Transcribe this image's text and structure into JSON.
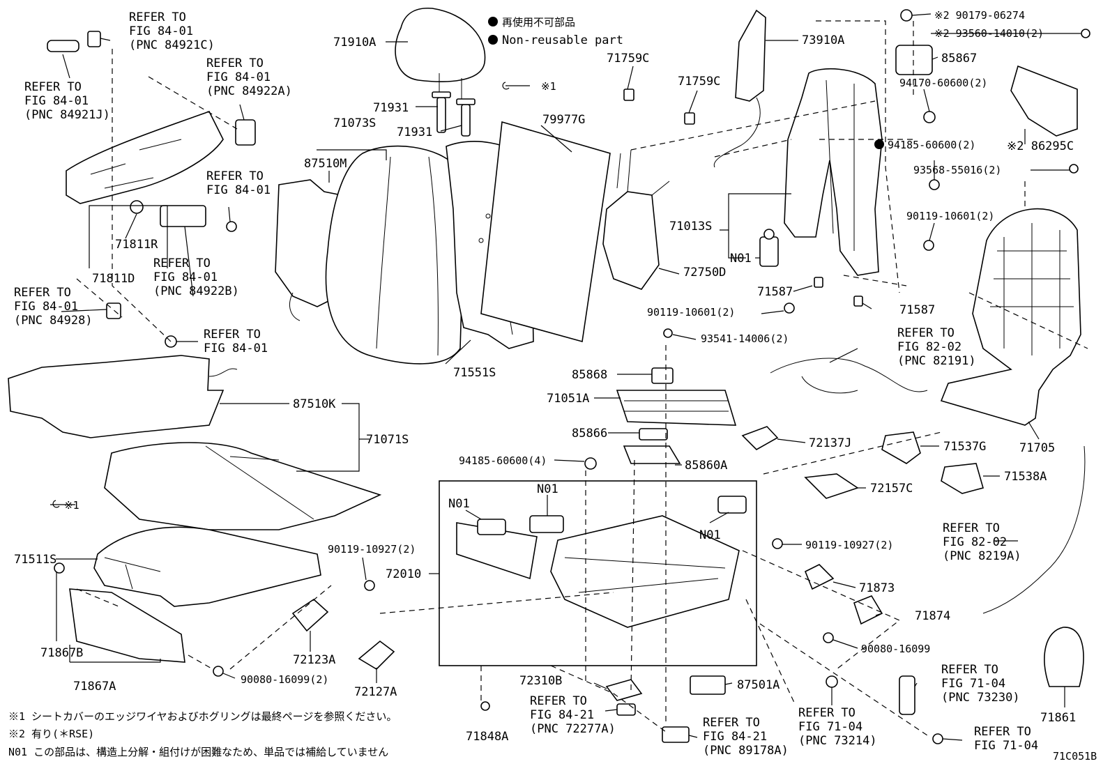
{
  "legend": {
    "non_reusable_jp": "再使用不可部品",
    "non_reusable_en": "Non-reusable part",
    "bullet_color": "#000000"
  },
  "labels": {
    "l_71910A": "71910A",
    "l_71931a": "71931",
    "l_71931b": "71931",
    "l_71073S": "71073S",
    "l_87510M": "87510M",
    "l_79977G": "79977G",
    "l_71759Ca": "71759C",
    "l_71759Cb": "71759C",
    "l_73910A": "73910A",
    "l_71013S": "71013S",
    "l_N01a": "N01",
    "l_72750D": "72750D",
    "l_71587a": "71587",
    "l_71587b": "71587",
    "l_901191060a": "90119-10601(2)",
    "l_901191060b": "90119-10601(2)",
    "l_935411400": "93541-14006(2)",
    "l_85868": "85868",
    "l_71051A": "71051A",
    "l_85866": "85866",
    "l_85860A": "85860A",
    "l_72137J": "72137J",
    "l_71537G": "71537G",
    "l_71538A": "71538A",
    "l_72157C": "72157C",
    "l_94185_4": "94185-60600(4)",
    "l_N01b": "N01",
    "l_N01c": "N01",
    "l_N01d": "N01",
    "l_72010": "72010",
    "l_901191092a": "90119-10927(2)",
    "l_901191092b": "90119-10927(2)",
    "l_71873": "71873",
    "l_71874": "71874",
    "l_90080a": "90080-16099",
    "l_90080b": "90080-16099(2)",
    "l_72123A": "72123A",
    "l_72127A": "72127A",
    "l_72310B": "72310B",
    "l_87501A": "87501A",
    "l_71848A": "71848A",
    "l_71861": "71861",
    "l_71705": "71705",
    "l_71551S": "71551S",
    "l_87510K": "87510K",
    "l_71071S": "71071S",
    "l_71511S": "71511S",
    "l_71867B": "71867B",
    "l_71867A": "71867A",
    "l_71811R": "71811R",
    "l_71811D": "71811D",
    "l_90179": "※2 90179-06274",
    "l_93560": "※2 93560-14010(2)",
    "l_85867": "85867",
    "l_94170": "94170-60600(2)",
    "l_94185_2": "94185-60600(2)",
    "l_86295C": "※2 86295C",
    "l_93568": "93568-55016(2)",
    "l_x1a": "※1",
    "l_x1b": "※1"
  },
  "refs": {
    "r1": [
      "REFER TO",
      "FIG 84-01",
      "(PNC 84921C)"
    ],
    "r2": [
      "REFER TO",
      "FIG 84-01",
      "(PNC 84921J)"
    ],
    "r3": [
      "REFER TO",
      "FIG 84-01",
      "(PNC 84922A)"
    ],
    "r4": [
      "REFER TO",
      "FIG 84-01"
    ],
    "r5": [
      "REFER TO",
      "FIG 84-01",
      "(PNC 84922B)"
    ],
    "r6": [
      "REFER TO",
      "FIG 84-01",
      "(PNC 84928)"
    ],
    "r7": [
      "REFER TO",
      "FIG 84-01"
    ],
    "r8": [
      "REFER TO",
      "FIG 82-02",
      "(PNC 82191)"
    ],
    "r9": [
      "REFER TO",
      "FIG 82-02",
      "(PNC 8219A)"
    ],
    "r10": [
      "REFER TO",
      "FIG 71-04",
      "(PNC 73230)"
    ],
    "r11": [
      "REFER TO",
      "FIG 84-21",
      "(PNC 72277A)"
    ],
    "r12": [
      "REFER TO",
      "FIG 84-21",
      "(PNC 89178A)"
    ],
    "r13": [
      "REFER TO",
      "FIG 71-04",
      "(PNC 73214)"
    ],
    "r14": [
      "REFER TO",
      "FIG 71-04"
    ]
  },
  "notes": {
    "n1": "※1 シートカバーのエッジワイヤおよびホグリングは最終ページを参照ください。",
    "n2": "※2 有り(＊RSE)",
    "n3": "N01 この部品は、構造上分解・組付けが困難なため、単品では補給していません"
  },
  "figure_id": "71C051B"
}
